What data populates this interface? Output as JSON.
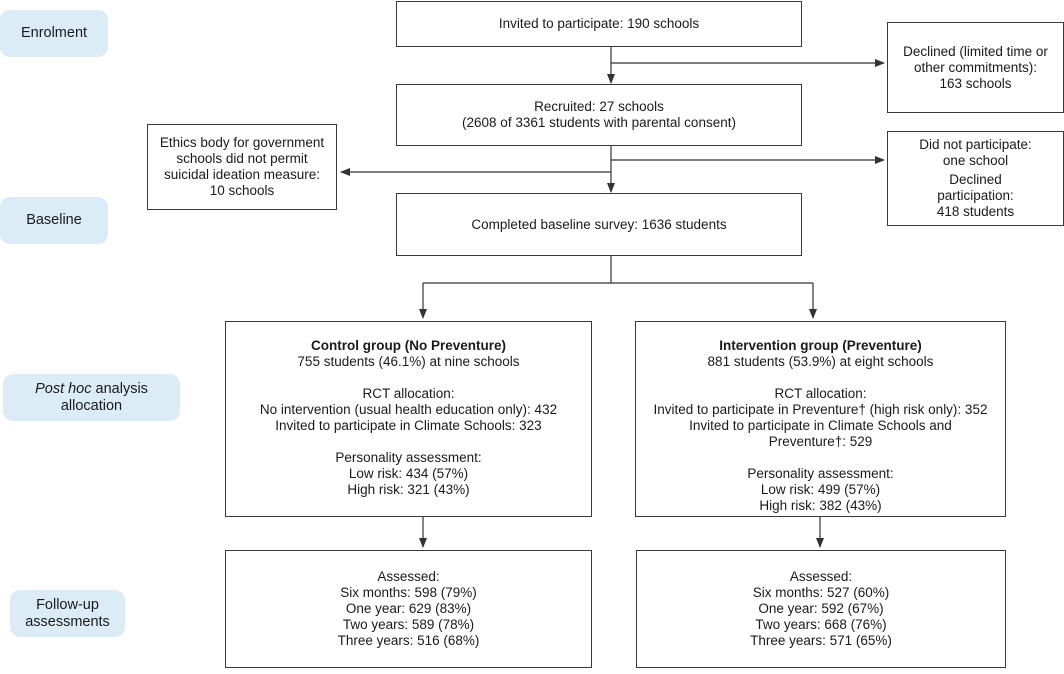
{
  "stages": {
    "enrolment": "Enrolment",
    "baseline": "Baseline",
    "posthoc_italic": "Post hoc",
    "posthoc_rest": " analysis",
    "posthoc_line2": "allocation",
    "followup_line1": "Follow-up",
    "followup_line2": "assessments"
  },
  "boxes": {
    "invited": "Invited to participate: 190 schools",
    "declined_schools": [
      "Declined (limited time or",
      "other commitments):",
      "163 schools"
    ],
    "recruited": [
      "Recruited: 27 schools",
      "(2608 of 3361 students with parental consent)"
    ],
    "ethics": [
      "Ethics body for government",
      "schools did not permit",
      "suicidal ideation measure:",
      "10 schools"
    ],
    "not_participate": [
      "Did not participate:",
      "one school"
    ],
    "declined_participation": [
      "Declined",
      "participation:",
      "418 students"
    ],
    "baseline_survey": "Completed baseline survey: 1636 students",
    "control": {
      "title": "Control group (No Preventure)",
      "subtitle": "755 students (46.1%) at nine schools",
      "rct_heading": "RCT allocation:",
      "rct_lines": [
        "No intervention (usual health education only): 432",
        "Invited to participate in Climate Schools: 323"
      ],
      "personality_heading": "Personality assessment:",
      "personality_lines": [
        "Low risk: 434 (57%)",
        "High risk: 321 (43%)"
      ]
    },
    "intervention": {
      "title": "Intervention group (Preventure)",
      "subtitle": "881 students (53.9%) at eight schools",
      "rct_heading": "RCT allocation:",
      "rct_lines": [
        "Invited to participate in Preventure† (high risk only): 352",
        "Invited to participate in Climate Schools and",
        "Preventure†: 529"
      ],
      "personality_heading": "Personality assessment:",
      "personality_lines": [
        "Low risk: 499 (57%)",
        "High risk: 382 (43%)"
      ]
    },
    "followup_control": {
      "heading": "Assessed:",
      "lines": [
        "Six months: 598 (79%)",
        "One year: 629 (83%)",
        "Two years: 589 (78%)",
        "Three years: 516 (68%)"
      ]
    },
    "followup_intervention": {
      "heading": "Assessed:",
      "lines": [
        "Six months: 527 (60%)",
        "One year: 592 (67%)",
        "Two years: 668 (76%)",
        "Three years: 571 (65%)"
      ]
    }
  },
  "colors": {
    "stage_fill": "#dcecf7",
    "border": "#3a3a3a",
    "line": "#333333"
  }
}
